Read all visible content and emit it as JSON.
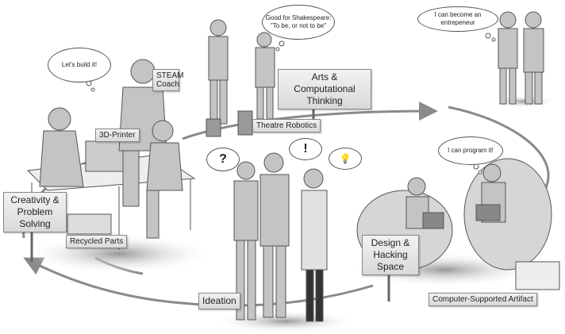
{
  "thoughts": {
    "build": "Let's build it!",
    "shakespeare": "Good for Shakespeare: \"To be, or not to be\"",
    "entrepreneur": "I can become an entrepeneur",
    "program": "I can program it!",
    "question": "?",
    "exclaim": "!",
    "idea": "💡"
  },
  "labels": {
    "steam_coach": "STEAM Coach",
    "arts": "Arts & Computational Thinking",
    "printer": "3D-Printer",
    "theatre": "Theatre Robotics",
    "creativity": "Creativity & Problem Solving",
    "recycled": "Recycled Parts",
    "design": "Design & Hacking Space",
    "ideation": "Ideation",
    "artifact": "Computer-Supported Artifact"
  },
  "colors": {
    "loop": "#8a8a8a",
    "sign": "#dcdcdc",
    "figure": "#b9b9b9"
  }
}
